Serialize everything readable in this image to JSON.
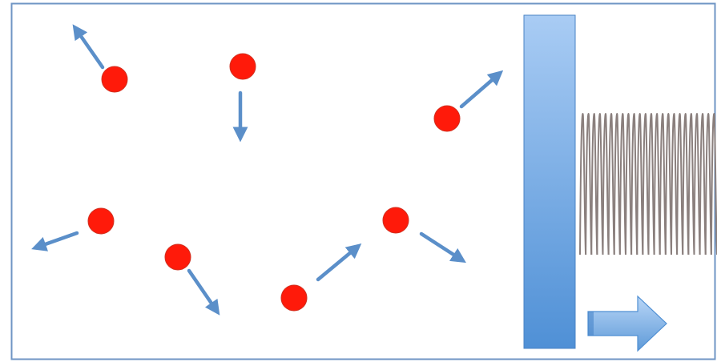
{
  "diagram": {
    "colors": {
      "container_stroke": "#6f95c4",
      "particle_fill": "#ff1a0a",
      "particle_stroke": "#d03020",
      "arrow_color": "#5b8fc9",
      "piston_light": "#a9ccf4",
      "piston_dark": "#4f90d6",
      "spring_color": "#8a7f7d",
      "push_arrow_light": "#b9d6f7",
      "push_arrow_dark": "#5e9ad8"
    },
    "particles": [
      {
        "name": "particle-1",
        "arrow": "up-left"
      },
      {
        "name": "particle-2",
        "arrow": "down"
      },
      {
        "name": "particle-3",
        "arrow": "up-right"
      },
      {
        "name": "particle-4",
        "arrow": "left"
      },
      {
        "name": "particle-5",
        "arrow": "down-right"
      },
      {
        "name": "particle-6",
        "arrow": "up-right"
      },
      {
        "name": "particle-7",
        "arrow": "down-right"
      }
    ],
    "icons": {
      "piston": "piston-wall",
      "spring": "coil-spring",
      "push_arrow": "right-arrow"
    }
  }
}
